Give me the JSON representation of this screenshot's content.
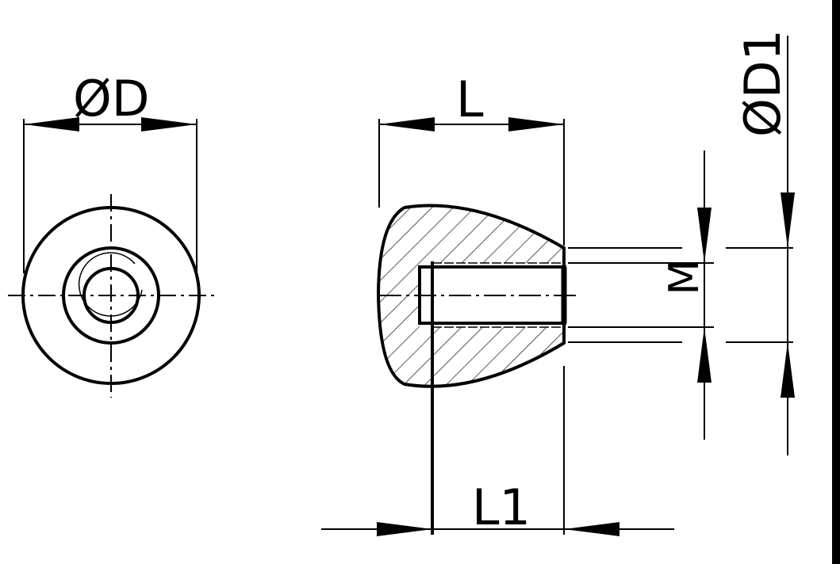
{
  "labels": {
    "dia_D": "ØD",
    "length_L": "L",
    "dia_D1": "ØD1",
    "thread_M": "M",
    "length_L1": "L1"
  },
  "colors": {
    "line": "#000000",
    "background": "#ffffff"
  }
}
